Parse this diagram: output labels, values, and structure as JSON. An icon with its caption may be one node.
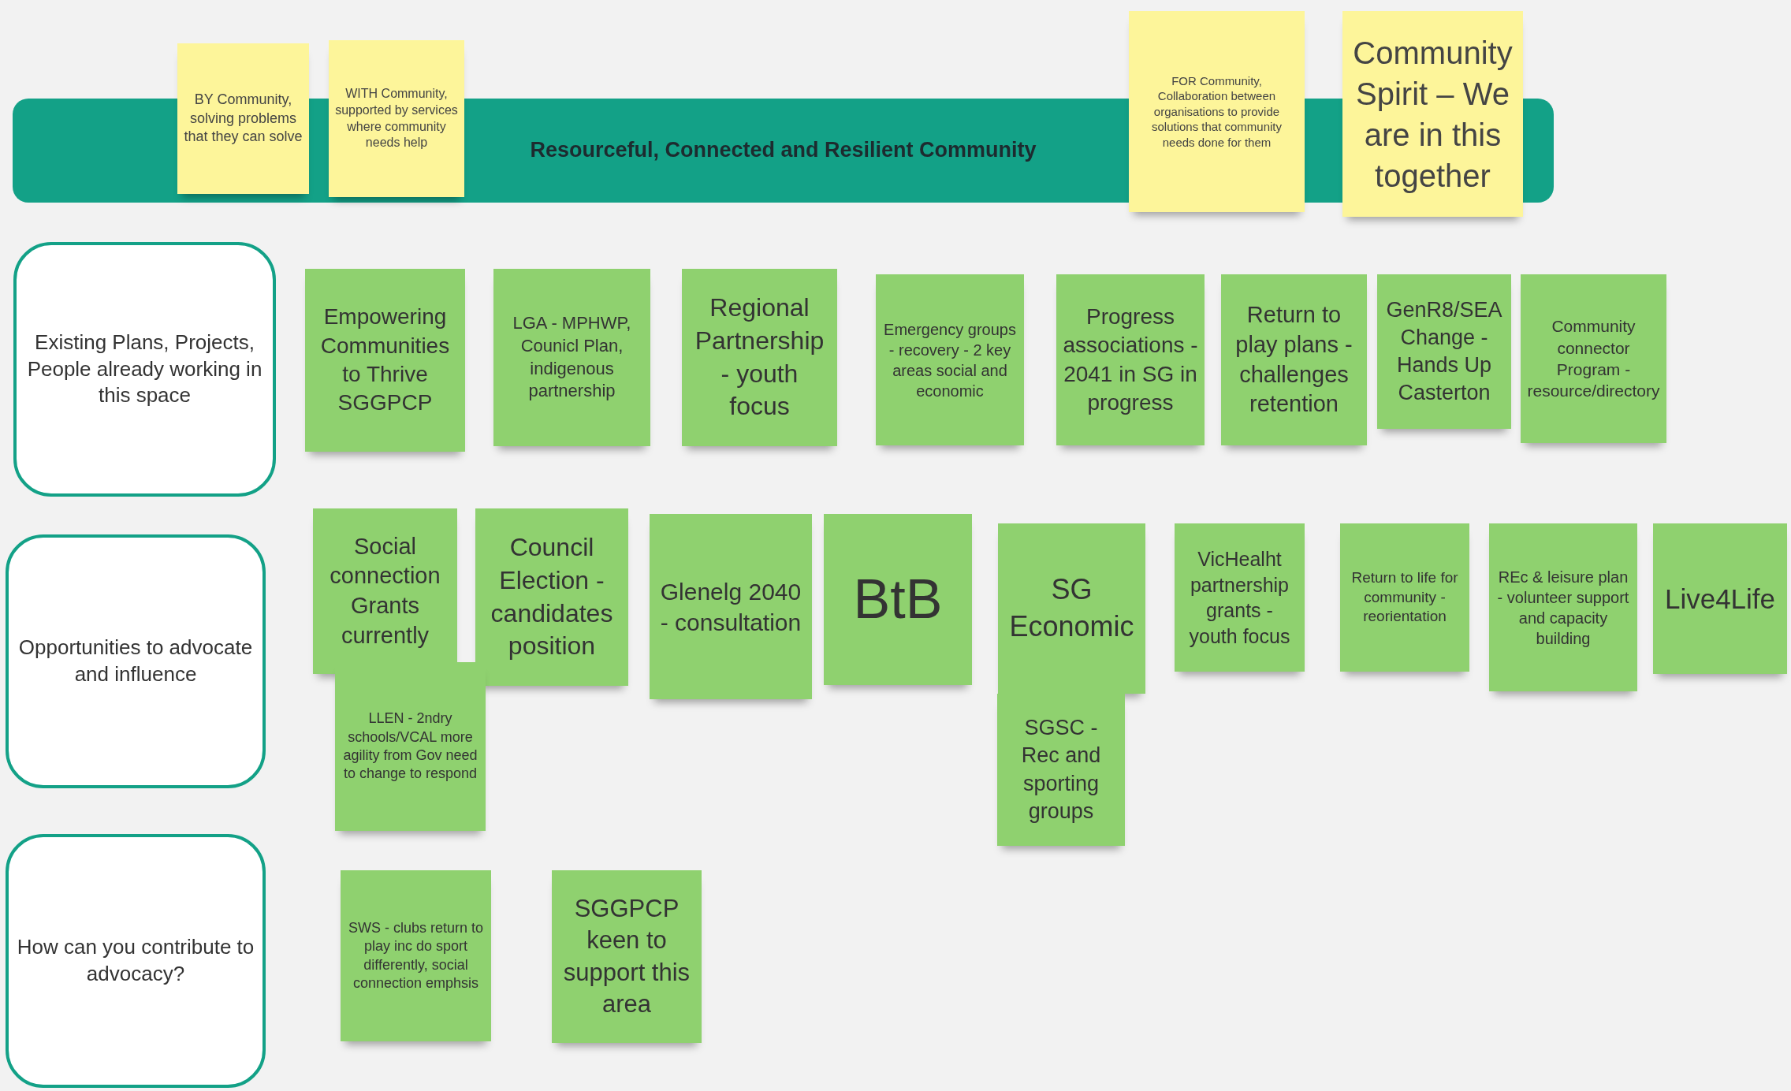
{
  "diagram": {
    "nodes": [
      {
        "text": [
          "Resourceful, Connected and Resilient Community"
        ]
      },
      {
        "text": [
          "BY Community, solving problems that they can solve"
        ]
      },
      {
        "text": [
          "WITH Community, supported by services where community needs help"
        ]
      },
      {
        "text": [
          "FOR Community, Collaboration between organisations to provide solutions that community needs done for them"
        ]
      },
      {
        "text": [
          "Community Spirit – We are in this together"
        ]
      },
      {
        "text": [
          "Existing Plans, Projects, People already working in this space"
        ]
      },
      {
        "text": [
          "Empowering Communities to Thrive SGGPCP"
        ]
      },
      {
        "text": [
          "LGA - MPHWP, Counicl Plan, indigenous partnership"
        ]
      },
      {
        "text": [
          "Regional Partnership - youth focus"
        ]
      },
      {
        "text": [
          "Emergency groups - recovery - 2 key areas social and economic"
        ]
      },
      {
        "text": [
          "Progress associations - 2041 in SG in progress"
        ]
      },
      {
        "text": [
          "Return to play plans - challenges retention"
        ]
      },
      {
        "text": [
          "GenR8/SEA Change - Hands Up Casterton"
        ]
      },
      {
        "text": [
          "Community connector Program - resource/directory"
        ]
      },
      {
        "text": [
          "Opportunities to advocate and influence"
        ]
      },
      {
        "text": [
          "Social connection Grants currently"
        ]
      },
      {
        "text": [
          "Council Election - candidates position"
        ]
      },
      {
        "text": [
          "Glenelg 2040 - consultation"
        ]
      },
      {
        "text": [
          "BtB"
        ]
      },
      {
        "text": [
          "SG Economic"
        ]
      },
      {
        "text": [
          "VicHealht partnership grants - youth focus"
        ]
      },
      {
        "text": [
          "Return to life for community - reorientation"
        ]
      },
      {
        "text": [
          "REc & leisure plan - volunteer support and capacity building"
        ]
      },
      {
        "text": [
          "Live4Life"
        ]
      },
      {
        "text": [
          "LLEN - 2ndry schools/VCAL more agility from Gov need to change to respond"
        ]
      },
      {
        "text": [
          "SGSC - Rec and sporting groups"
        ]
      },
      {
        "text": [
          "How can you contribute to advocacy?"
        ]
      },
      {
        "text": [
          "SWS - clubs return to play inc do sport differently, social connection emphsis"
        ]
      },
      {
        "text": [
          "SGGPCP keen to support this area"
        ]
      }
    ]
  }
}
